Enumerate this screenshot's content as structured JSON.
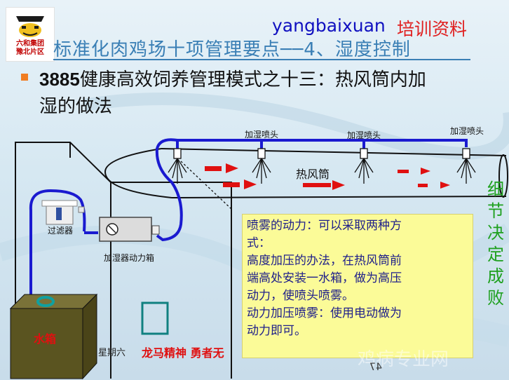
{
  "logo": {
    "text_line1": "六和集团",
    "text_line2": "豫北片区"
  },
  "header": {
    "watermark_latin": "yangbaixuan",
    "watermark_cn": "培训资料",
    "title": "标准化肉鸡场十项管理要点──4、湿度控制"
  },
  "subtitle": {
    "bold_number": "3885",
    "line1_rest": "健康高效饲养管理模式之十三：热风筒内加",
    "line2": "湿的做法"
  },
  "diagram": {
    "nozzle_labels": [
      "加湿喷头",
      "加湿喷头",
      "加湿喷头"
    ],
    "duct_label": "热风筒",
    "filter_label": "过滤器",
    "pump_box_label": "加湿器动力箱",
    "tank_label": "水箱"
  },
  "textbox": {
    "lines": [
      "喷雾的动力：可以采取两种方",
      "式：",
      "高度加压的办法，在热风筒前",
      "端高处安装一水箱，做为高压",
      "动力，使喷头喷雾。",
      "动力加压喷雾：使用电动做为",
      "动力即可。"
    ]
  },
  "side_text": [
    "细",
    "节",
    "决",
    "定",
    "成",
    "败"
  ],
  "footer": {
    "weekday_fragment": "星期六",
    "slogan": "龙马精神  勇者无",
    "page_number": "47",
    "decor_text": "鸡病专业网"
  },
  "colors": {
    "pipe": "#1a1ad0",
    "arrow": "#e01010",
    "tank": "#5a5420",
    "textbox_bg": "#fbfb98",
    "side_text": "#1ea01e"
  }
}
